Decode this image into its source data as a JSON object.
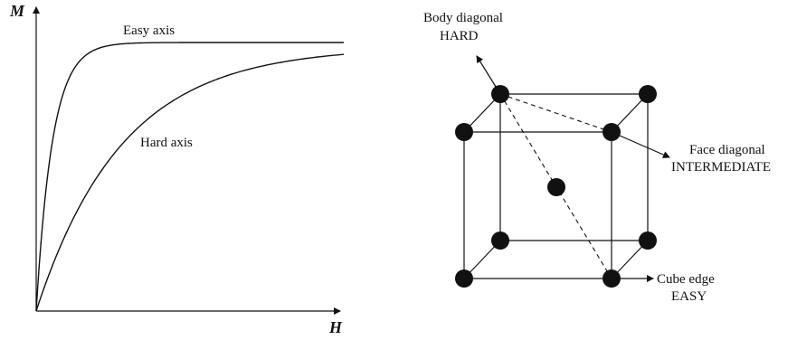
{
  "magnetization_plot": {
    "y_axis_label": "M",
    "x_axis_label": "H",
    "easy_curve_label": "Easy axis",
    "hard_curve_label": "Hard axis"
  },
  "cube_diagram": {
    "body_diagonal": {
      "line1": "Body diagonal",
      "line2": "HARD"
    },
    "face_diagonal": {
      "line1": "Face diagonal",
      "line2": "INTERMEDIATE"
    },
    "cube_edge": {
      "line1": "Cube edge",
      "line2": "EASY"
    }
  },
  "colors": {
    "ink": "#111111",
    "background": "#ffffff"
  }
}
